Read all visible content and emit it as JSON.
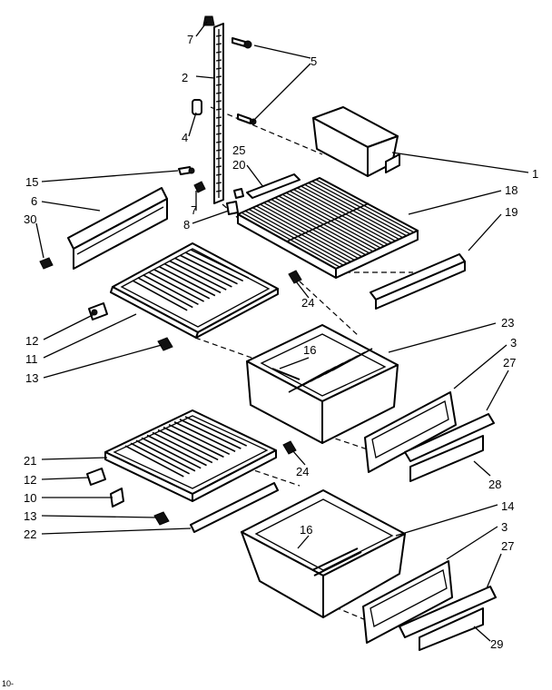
{
  "callouts": {
    "c1": "1",
    "c2": "2",
    "c3a": "3",
    "c3b": "3",
    "c4": "4",
    "c5": "5",
    "c6": "6",
    "c7a": "7",
    "c7b": "7",
    "c8": "8",
    "c10": "10",
    "c11": "11",
    "c12a": "12",
    "c12b": "12",
    "c13a": "13",
    "c13b": "13",
    "c14": "14",
    "c15": "15",
    "c16a": "16",
    "c16b": "16",
    "c18": "18",
    "c19": "19",
    "c20": "20",
    "c21": "21",
    "c22": "22",
    "c23": "23",
    "c24a": "24",
    "c24b": "24",
    "c25": "25",
    "c27a": "27",
    "c27b": "27",
    "c28": "28",
    "c29": "29",
    "c30": "30"
  },
  "footer_mark": "10-"
}
